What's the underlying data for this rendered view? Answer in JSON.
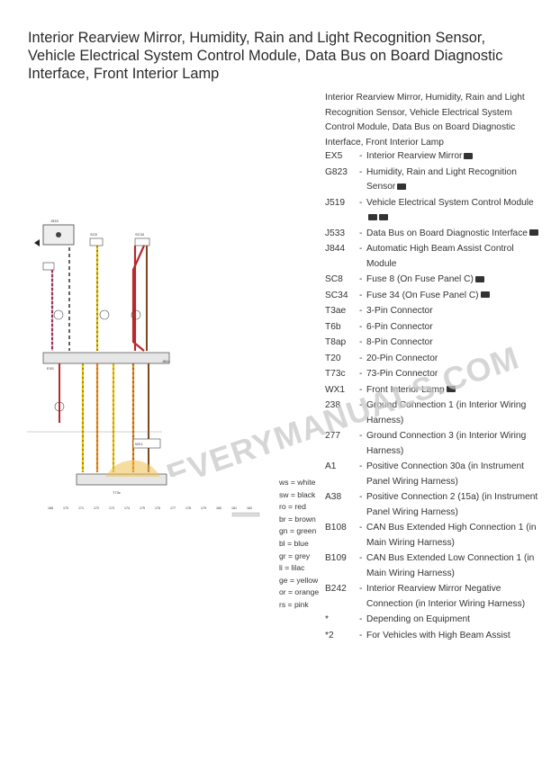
{
  "title": "Interior Rearview Mirror, Humidity, Rain and Light Recognition Sensor, Vehicle Electrical System Control Module, Data Bus on Board Diagnostic Interface, Front Interior Lamp",
  "legend_intro": "Interior Rearview Mirror, Humidity, Rain and Light Recognition Sensor, Vehicle Electrical System Control Module, Data Bus on Board Diagnostic Interface, Front Interior Lamp",
  "legend": [
    {
      "code": "EX5",
      "desc": "Interior Rearview Mirror",
      "tags": 1
    },
    {
      "code": "G823",
      "desc": "Humidity, Rain and Light Recognition Sensor",
      "tags": 1
    },
    {
      "code": "J519",
      "desc": "Vehicle Electrical System Control Module",
      "tags": 2
    },
    {
      "code": "J533",
      "desc": "Data Bus on Board Diagnostic Interface",
      "tags": 1
    },
    {
      "code": "J844",
      "desc": "Automatic High Beam Assist Control Module",
      "tags": 0
    },
    {
      "code": "SC8",
      "desc": "Fuse 8 (On Fuse Panel C)",
      "tags": 1
    },
    {
      "code": "SC34",
      "desc": "Fuse 34 (On Fuse Panel C)",
      "tags": 1
    },
    {
      "code": "T3ae",
      "desc": "3-Pin Connector",
      "tags": 0
    },
    {
      "code": "T6b",
      "desc": "6-Pin Connector",
      "tags": 0
    },
    {
      "code": "T8ap",
      "desc": "8-Pin Connector",
      "tags": 0
    },
    {
      "code": "T20",
      "desc": "20-Pin Connector",
      "tags": 0
    },
    {
      "code": "T73c",
      "desc": "73-Pin Connector",
      "tags": 0
    },
    {
      "code": "WX1",
      "desc": "Front Interior Lamp",
      "tags": 1
    },
    {
      "code": "238",
      "desc": "Ground Connection 1 (in Interior Wiring Harness)",
      "tags": 0
    },
    {
      "code": "277",
      "desc": "Ground Connection 3 (in Interior Wiring Harness)",
      "tags": 0
    },
    {
      "code": "A1",
      "desc": "Positive Connection 30a (in Instrument Panel Wiring Harness)",
      "tags": 0
    },
    {
      "code": "A38",
      "desc": "Positive Connection 2 (15a) (in Instrument Panel Wiring Harness)",
      "tags": 0
    },
    {
      "code": "B108",
      "desc": "CAN Bus Extended High Connection 1 (in Main Wiring Harness)",
      "tags": 0
    },
    {
      "code": "B109",
      "desc": "CAN Bus Extended Low Connection 1 (in Main Wiring Harness)",
      "tags": 0
    },
    {
      "code": "B242",
      "desc": "Interior Rearview Mirror Negative Connection (in Interior Wiring Harness)",
      "tags": 0
    },
    {
      "code": "*",
      "desc": "Depending on Equipment",
      "tags": 0
    },
    {
      "code": "*2",
      "desc": "For Vehicles with High Beam Assist",
      "tags": 0
    }
  ],
  "wire_colors": [
    "ws = white",
    "sw = black",
    "ro = red",
    "br = brown",
    "gn = green",
    "bl = blue",
    "gr = grey",
    "li = lilac",
    "ge = yellow",
    "or = orange",
    "rs = pink"
  ],
  "diagram": {
    "labels": [
      "J533",
      "J519",
      "SC8",
      "SC34",
      "EX5",
      "J844",
      "WX1",
      "G823",
      "T73c"
    ],
    "track_numbers": [
      "168",
      "170",
      "171",
      "172",
      "173",
      "174",
      "175",
      "176",
      "177",
      "178",
      "179",
      "180",
      "181",
      "182"
    ]
  },
  "watermark": "EVERYMANUALS.COM",
  "colors": {
    "red": "#b8282c",
    "yellow": "#e8c400",
    "orange": "#e98b1a",
    "brown": "#7a4a1e",
    "purple": "#7a3b8c",
    "black": "#222222"
  }
}
